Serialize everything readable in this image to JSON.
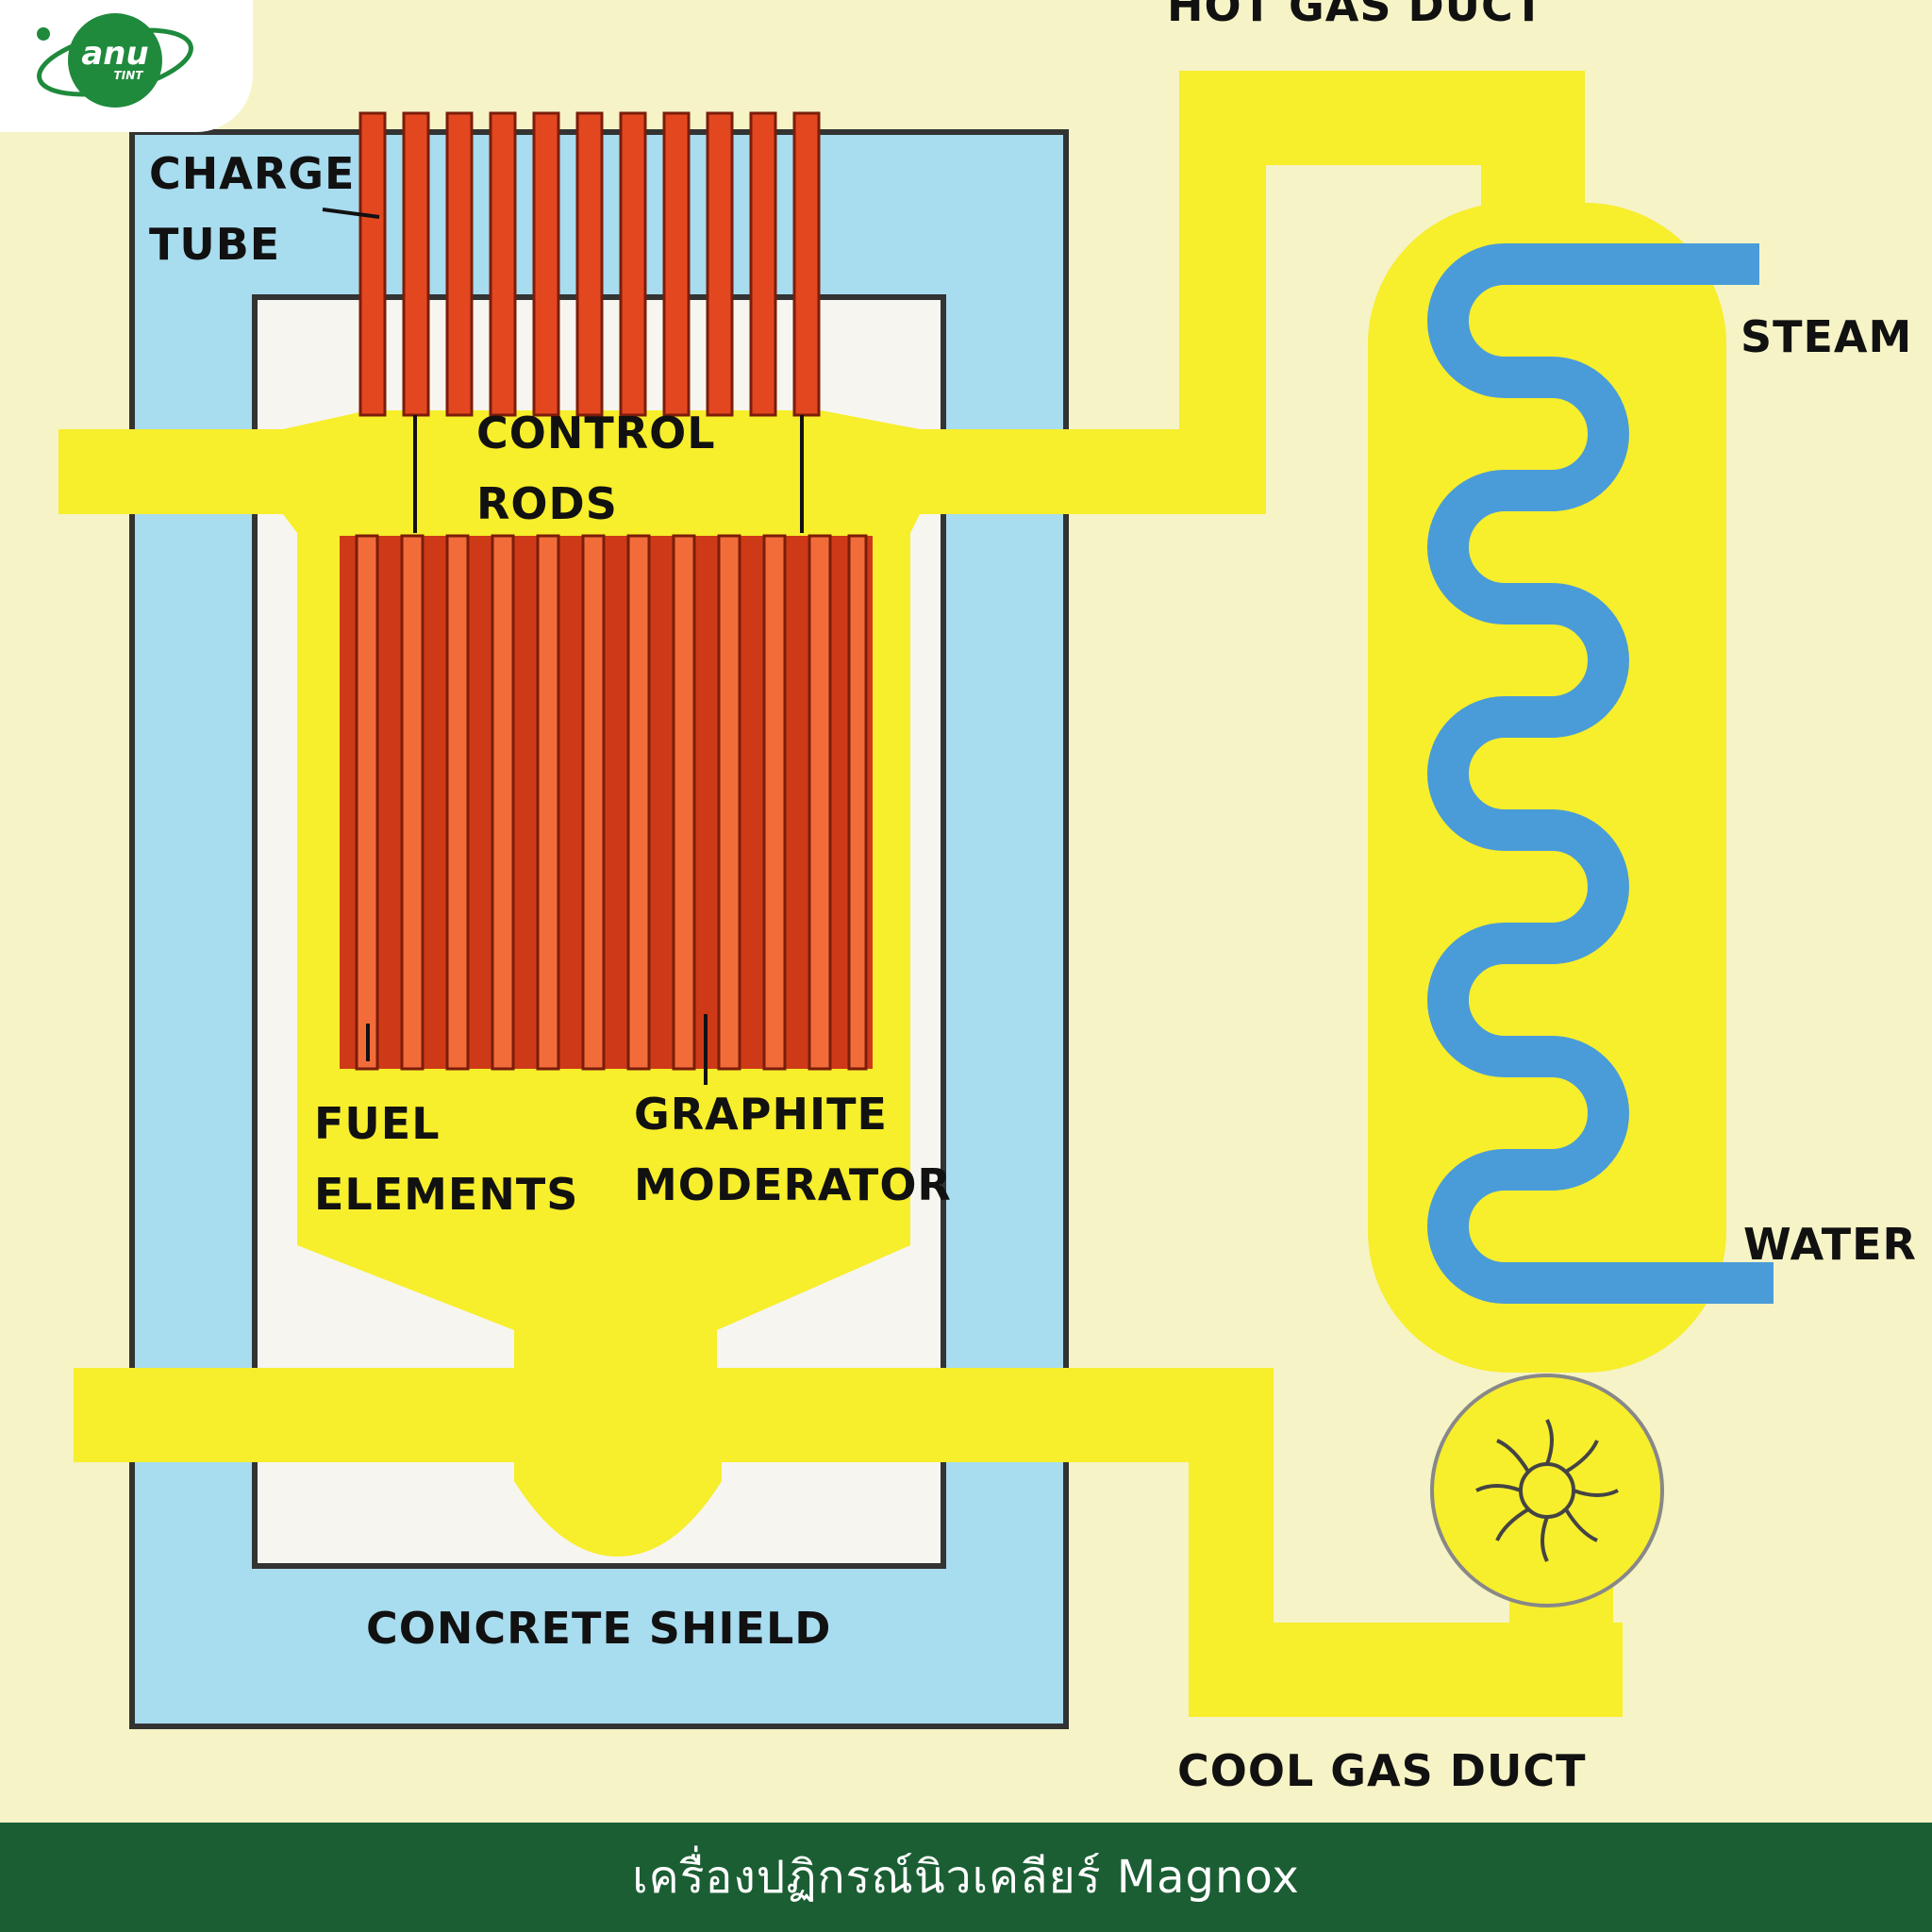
{
  "logo": {
    "text": "anu",
    "subtext": "TINT"
  },
  "labels": {
    "hot_gas_duct": "HOT GAS DUCT",
    "charge": "CHARGE",
    "tube": "TUBE",
    "control": "CONTROL",
    "rods": "RODS",
    "steam": "STEAM",
    "fuel": "FUEL",
    "elements": "ELEMENTS",
    "graphite": "GRAPHITE",
    "moderator": "MODERATOR",
    "water": "WATER",
    "concrete_shield": "CONCRETE SHIELD",
    "cool_gas_duct": "COOL GAS DUCT"
  },
  "footer": {
    "caption": "เครื่องปฏิกรณ์นิวเคลียร์ Magnox"
  },
  "colors": {
    "background": "#f6f3c6",
    "gas": "#f7ee2c",
    "shield": "#a8dcef",
    "rod": "#e34720",
    "coil": "#4a9cd8",
    "footer": "#1b5e33",
    "logo_green": "#1f8a3c"
  }
}
